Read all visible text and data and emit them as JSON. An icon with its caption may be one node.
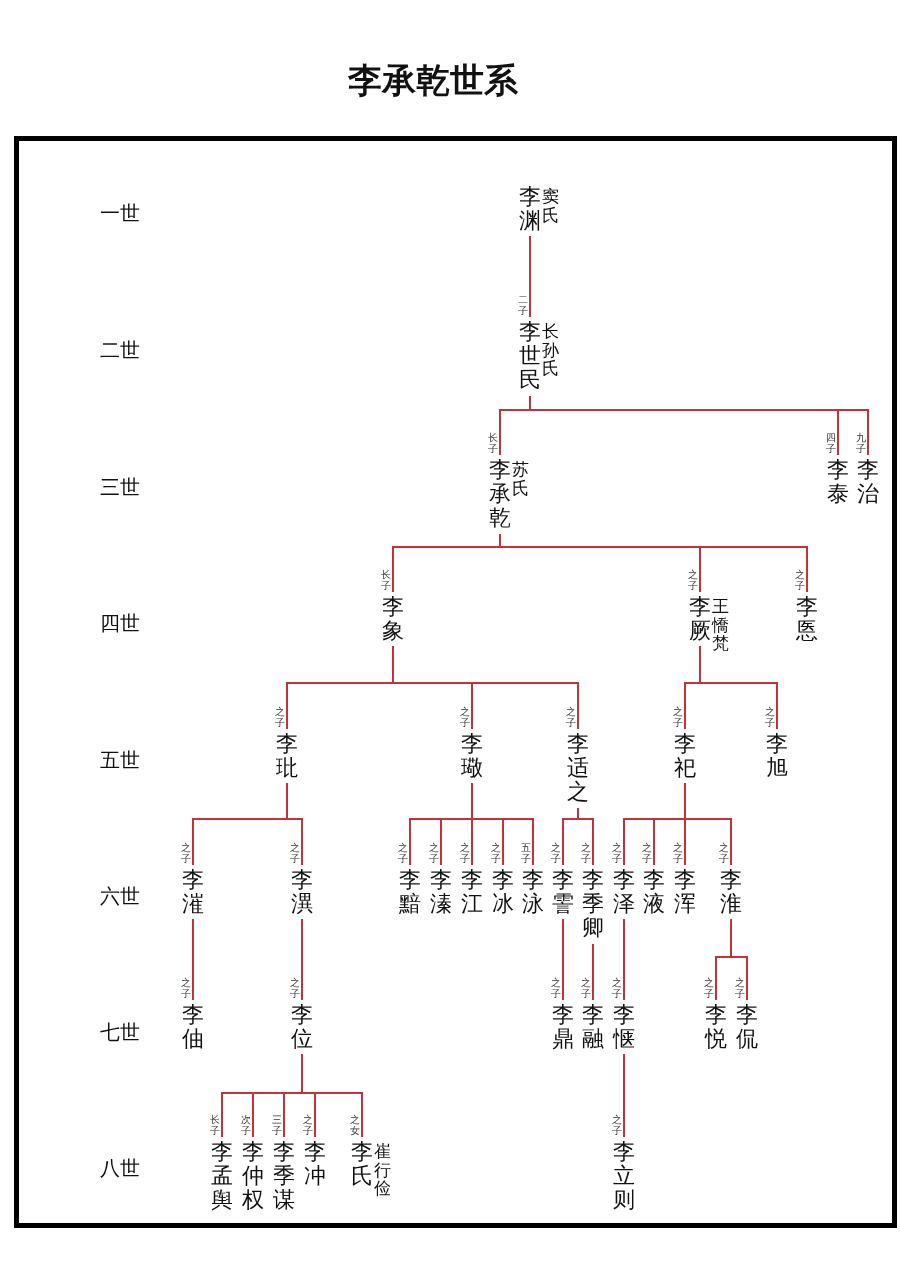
{
  "diagram": {
    "title": "李承乾世系",
    "nodes": [
      {
        "text": [
          "李渊"
        ],
        "beside": [
          "窦氏"
        ]
      },
      {
        "text": [
          "李世民"
        ],
        "beside": [
          "长孙氏"
        ]
      },
      {
        "text": [
          "李承乾"
        ],
        "beside": [
          "苏氏"
        ]
      },
      {
        "text": [
          "李泰"
        ]
      },
      {
        "text": [
          "李治"
        ]
      },
      {
        "text": [
          "李象"
        ]
      },
      {
        "text": [
          "李厥"
        ],
        "beside": [
          "王憍梵"
        ]
      },
      {
        "text": [
          "李悘"
        ]
      },
      {
        "text": [
          "李玭"
        ]
      },
      {
        "text": [
          "李璥"
        ]
      },
      {
        "text": [
          "李适之"
        ]
      },
      {
        "text": [
          "李祀"
        ]
      },
      {
        "text": [
          "李旭"
        ]
      },
      {
        "text": [
          "李漼"
        ]
      },
      {
        "text": [
          "李潩"
        ]
      },
      {
        "text": [
          "李黯"
        ]
      },
      {
        "text": [
          "李溱"
        ]
      },
      {
        "text": [
          "李江"
        ]
      },
      {
        "text": [
          "李冰"
        ]
      },
      {
        "text": [
          "李泳"
        ]
      },
      {
        "text": [
          "李霅"
        ]
      },
      {
        "text": [
          "李季卿"
        ]
      },
      {
        "text": [
          "李泽"
        ]
      },
      {
        "text": [
          "李液"
        ]
      },
      {
        "text": [
          "李浑"
        ]
      },
      {
        "text": [
          "李淮"
        ]
      },
      {
        "text": [
          "李伷"
        ]
      },
      {
        "text": [
          "李位"
        ]
      },
      {
        "text": [
          "李鼎"
        ]
      },
      {
        "text": [
          "李融"
        ]
      },
      {
        "text": [
          "李惬"
        ]
      },
      {
        "text": [
          "李悦"
        ]
      },
      {
        "text": [
          "李侃"
        ]
      },
      {
        "text": [
          "李孟舆"
        ]
      },
      {
        "text": [
          "李仲权"
        ]
      },
      {
        "text": [
          "李季谋"
        ]
      },
      {
        "text": [
          "李冲"
        ]
      },
      {
        "text": [
          "李氏"
        ],
        "beside": [
          "崔行俭"
        ]
      },
      {
        "text": [
          "李立则"
        ]
      }
    ],
    "edges": [
      {
        "from": 0,
        "to": 1,
        "arrow": "none",
        "label": "二子"
      },
      {
        "from": 1,
        "to": 2,
        "arrow": "none",
        "label": "长子"
      },
      {
        "from": 1,
        "to": 3,
        "arrow": "none",
        "label": "四子"
      },
      {
        "from": 1,
        "to": 4,
        "arrow": "none",
        "label": "九子"
      },
      {
        "from": 2,
        "to": 5,
        "arrow": "none",
        "label": "长子"
      },
      {
        "from": 2,
        "to": 6,
        "arrow": "none",
        "label": "之子"
      },
      {
        "from": 2,
        "to": 7,
        "arrow": "none",
        "label": "之子"
      },
      {
        "from": 5,
        "to": 8,
        "arrow": "none",
        "label": "之子"
      },
      {
        "from": 5,
        "to": 9,
        "arrow": "none",
        "label": "之子"
      },
      {
        "from": 5,
        "to": 10,
        "arrow": "none",
        "label": "之子"
      },
      {
        "from": 6,
        "to": 11,
        "arrow": "none",
        "label": "之子"
      },
      {
        "from": 6,
        "to": 12,
        "arrow": "none",
        "label": "之子"
      },
      {
        "from": 8,
        "to": 13,
        "arrow": "none",
        "label": "之子"
      },
      {
        "from": 8,
        "to": 14,
        "arrow": "none",
        "label": "之子"
      },
      {
        "from": 9,
        "to": 15,
        "arrow": "none",
        "label": "之子"
      },
      {
        "from": 9,
        "to": 16,
        "arrow": "none",
        "label": "之子"
      },
      {
        "from": 9,
        "to": 17,
        "arrow": "none",
        "label": "之子"
      },
      {
        "from": 9,
        "to": 18,
        "arrow": "none",
        "label": "之子"
      },
      {
        "from": 9,
        "to": 19,
        "arrow": "none",
        "label": "五子"
      },
      {
        "from": 10,
        "to": 20,
        "arrow": "none",
        "label": "之子"
      },
      {
        "from": 10,
        "to": 21,
        "arrow": "none",
        "label": "之子"
      },
      {
        "from": 11,
        "to": 22,
        "arrow": "none",
        "label": "之子"
      },
      {
        "from": 11,
        "to": 23,
        "arrow": "none",
        "label": "之子"
      },
      {
        "from": 11,
        "to": 24,
        "arrow": "none",
        "label": "之子"
      },
      {
        "from": 11,
        "to": 25,
        "arrow": "none",
        "label": "之子"
      },
      {
        "from": 13,
        "to": 26,
        "arrow": "none",
        "label": "之子"
      },
      {
        "from": 14,
        "to": 27,
        "arrow": "none",
        "label": "之子"
      },
      {
        "from": 20,
        "to": 28,
        "arrow": "none",
        "label": "之子"
      },
      {
        "from": 21,
        "to": 29,
        "arrow": "none",
        "label": "之子"
      },
      {
        "from": 22,
        "to": 30,
        "arrow": "none",
        "label": "之子"
      },
      {
        "from": 25,
        "to": 31,
        "arrow": "none",
        "label": "之子"
      },
      {
        "from": 25,
        "to": 32,
        "arrow": "none",
        "label": "之子"
      },
      {
        "from": 27,
        "to": 33,
        "arrow": "none",
        "label": "长子"
      },
      {
        "from": 27,
        "to": 34,
        "arrow": "none",
        "label": "次子"
      },
      {
        "from": 27,
        "to": 35,
        "arrow": "none",
        "label": "三子"
      },
      {
        "from": 27,
        "to": 36,
        "arrow": "none",
        "label": "之子"
      },
      {
        "from": 27,
        "to": 37,
        "arrow": "none",
        "label": "之女"
      },
      {
        "from": 30,
        "to": 38,
        "arrow": "none",
        "label": "之子"
      }
    ],
    "labels": [
      "一世",
      "二世",
      "三世",
      "四世",
      "五世",
      "六世",
      "七世",
      "八世"
    ]
  }
}
